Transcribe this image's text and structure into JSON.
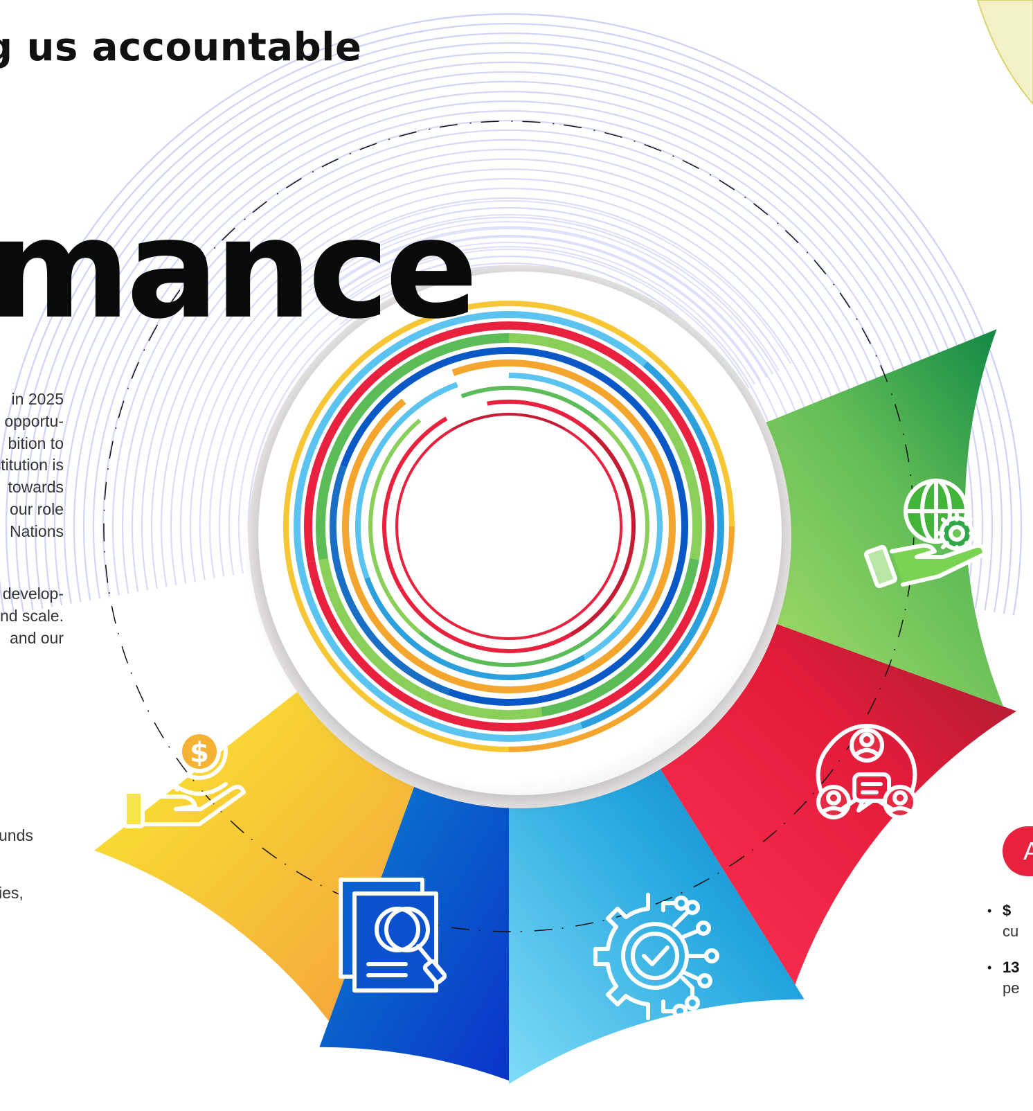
{
  "heading": "g us accountable",
  "big_title": "mance",
  "paragraph_1": [
    "in 2025",
    "opportu-",
    "bition to",
    "stitution is",
    "towards",
    "our role",
    "Nations"
  ],
  "paragraph_2": [
    "develop-",
    "nd scale.",
    "and our"
  ],
  "left_lines": [
    "unds",
    "ies,"
  ],
  "right_tag": "A",
  "right_list": [
    {
      "bold": "$",
      "sub": "cu"
    },
    {
      "bold": "13",
      "sub": "pe"
    }
  ],
  "segments": [
    {
      "icon": "hand-coin-icon",
      "color_start": "#f7e92f",
      "color_end": "#f7a23c"
    },
    {
      "icon": "document-search-icon",
      "color_start": "#0a7bc8",
      "color_end": "#0c39c6"
    },
    {
      "icon": "gear-circuit-icon",
      "color_start": "#7ad8f6",
      "color_end": "#1a86c6"
    },
    {
      "icon": "community-chat-icon",
      "color_start": "#e8223e",
      "color_end": "#b8182d"
    },
    {
      "icon": "globe-gear-hand-icon",
      "color_start": "#a7dc6a",
      "color_end": "#17894a"
    }
  ],
  "ring_colors": [
    "#f7c634",
    "#5bc3ef",
    "#e8223e",
    "#5cbd58",
    "#0a58c6",
    "#f4a52e",
    "#2ca0dc",
    "#8bcf5b",
    "#1a6fc4",
    "#c51b33"
  ]
}
